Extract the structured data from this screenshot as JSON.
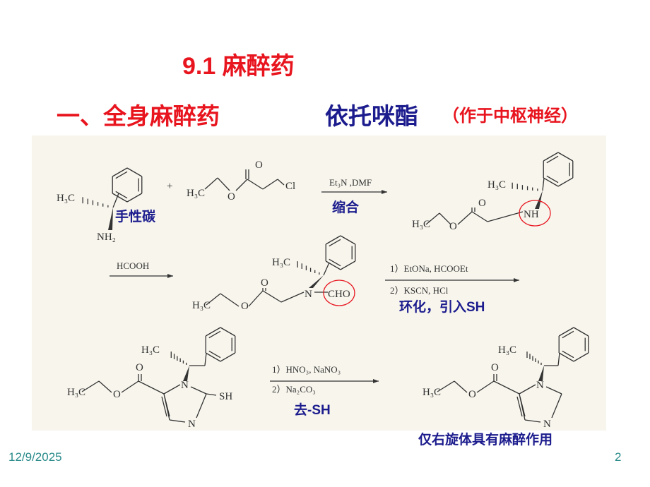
{
  "slide": {
    "title": "9.1  麻醉药",
    "heading": "一、全身麻醉药",
    "drug_name": "依托咪酯",
    "drug_note": "（作于中枢神经）",
    "date": "12/9/2025",
    "page_number": "2"
  },
  "scheme": {
    "atoms": {
      "h3c": "H₃C",
      "nh2": "NH₂",
      "o": "O",
      "cl": "Cl",
      "nh": "NH",
      "n": "N",
      "cho": "CHO",
      "sh": "SH",
      "plus": "+"
    },
    "step1": {
      "reagent": "Et₃N ,DMF",
      "label": "缩合"
    },
    "step2": {
      "reagent": "HCOOH"
    },
    "step3": {
      "reagent1": "1）EtONa, HCOOEt",
      "reagent2": "2）KSCN, HCl",
      "label": "环化，引入SH"
    },
    "step4": {
      "reagent1": "1）HNO₃, NaNO₃",
      "reagent2": "2）Na₂CO₃",
      "label": "去-SH"
    },
    "chiral_label": "手性碳",
    "conclusion": "仅右旋体具有麻醉作用",
    "highlight_color": "#e8141e",
    "label_color": "#1c1c8e"
  }
}
